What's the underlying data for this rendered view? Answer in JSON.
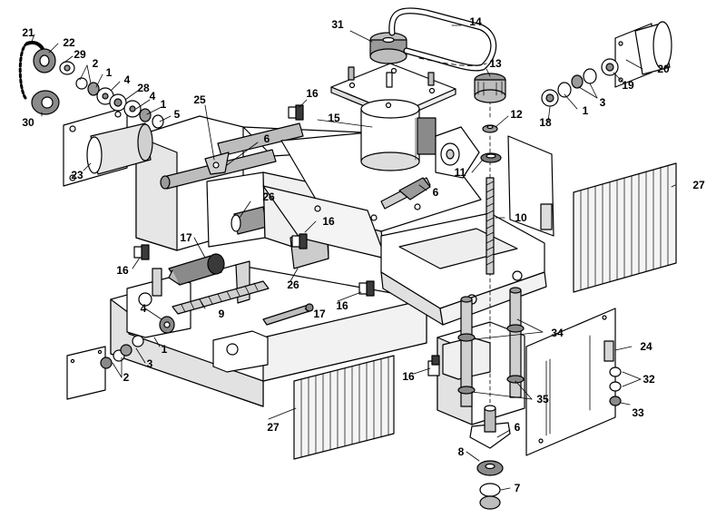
{
  "diagram": {
    "type": "exploded-assembly",
    "line_color": "#000000",
    "fill_light": "#ffffff",
    "fill_shade": "#d6d6d6",
    "fill_dark": "#8a8a8a",
    "labels": {
      "l1a": "1",
      "l1b": "1",
      "l1c": "1",
      "l1d": "1",
      "l2a": "2",
      "l2b": "2",
      "l3a": "3",
      "l3b": "3",
      "l4a": "4",
      "l4b": "4",
      "l4c": "4",
      "l5": "5",
      "l6a": "6",
      "l6b": "6",
      "l6c": "6",
      "l7": "7",
      "l8": "8",
      "l9": "9",
      "l10": "10",
      "l11": "11",
      "l12": "12",
      "l13": "13",
      "l14": "14",
      "l15": "15",
      "l16a": "16",
      "l16b": "16",
      "l16c": "16",
      "l16d": "16",
      "l16e": "16",
      "l17a": "17",
      "l17b": "17",
      "l18": "18",
      "l19": "19",
      "l20": "20",
      "l21": "21",
      "l22": "22",
      "l23": "23",
      "l24": "24",
      "l25": "25",
      "l26a": "26",
      "l26b": "26",
      "l27a": "27",
      "l27b": "27",
      "l28": "28",
      "l29": "29",
      "l30": "30",
      "l31": "31",
      "l32": "32",
      "l33": "33",
      "l34": "34",
      "l35": "35"
    }
  }
}
